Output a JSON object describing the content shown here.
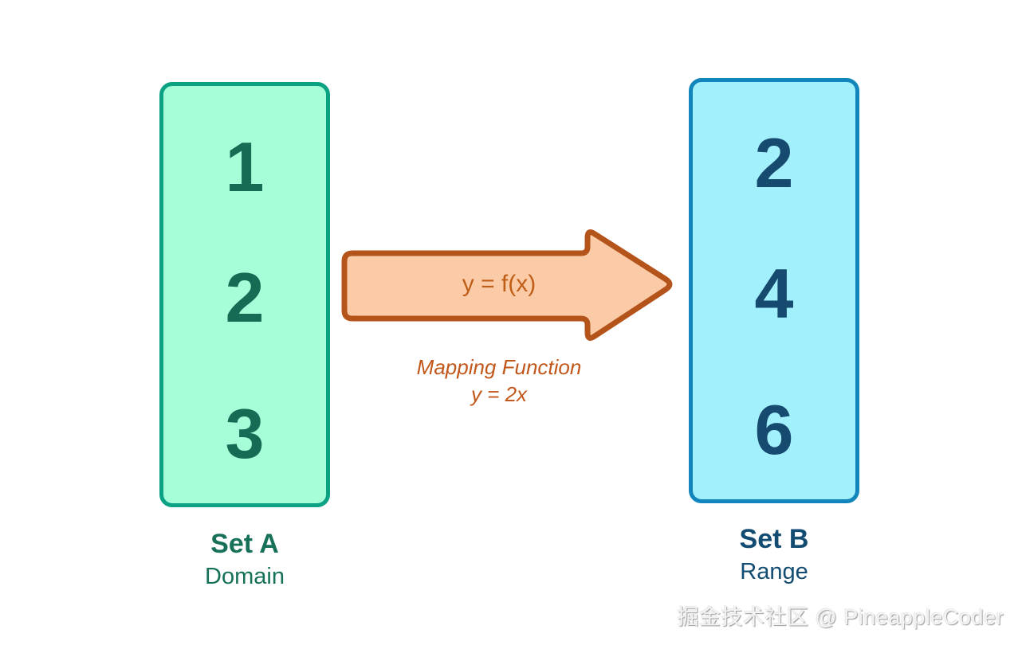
{
  "diagram": {
    "set_a": {
      "title": "Set A",
      "subtitle": "Domain",
      "elements": [
        "1",
        "2",
        "3"
      ],
      "fill_color": "#a6fed9",
      "border_color": "#0ba183",
      "number_color": "#156b53",
      "label_color": "#177159"
    },
    "set_b": {
      "title": "Set B",
      "subtitle": "Range",
      "elements": [
        "2",
        "4",
        "6"
      ],
      "fill_color": "#a3f0fd",
      "border_color": "#1286bc",
      "number_color": "#164a6e",
      "label_color": "#134c72"
    },
    "arrow": {
      "label": "y = f(x)",
      "caption_title": "Mapping Function",
      "caption_formula": "y = 2x",
      "fill_color": "#fbcba7",
      "border_color": "#b5541a",
      "text_color": "#c05e17"
    },
    "watermark": "掘金技术社区 @ PineappleCoder"
  }
}
